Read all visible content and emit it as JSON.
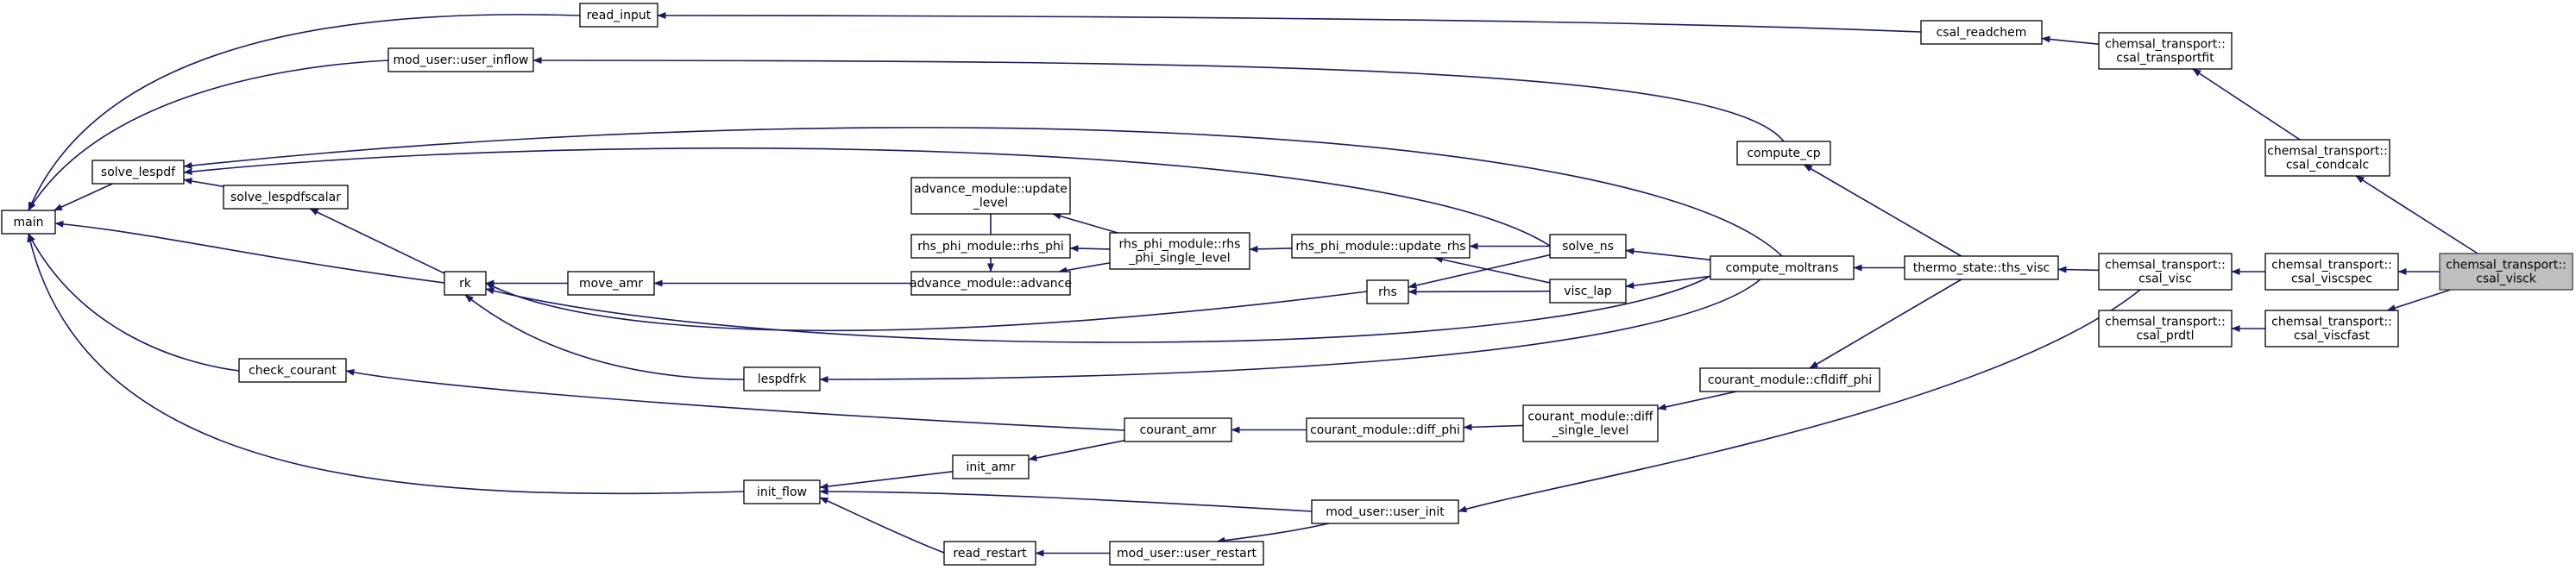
{
  "graph": {
    "colors": {
      "edge": "#191970",
      "node_border": "#000000",
      "node_fill": "#ffffff",
      "highlight_fill": "#bfbfbf"
    },
    "nodes": [
      {
        "id": "main",
        "lines": [
          "main"
        ]
      },
      {
        "id": "read_input",
        "lines": [
          "read_input"
        ]
      },
      {
        "id": "mod_user_user_inflow",
        "lines": [
          "mod_user::user_inflow"
        ]
      },
      {
        "id": "solve_lespdf",
        "lines": [
          "solve_lespdf"
        ]
      },
      {
        "id": "solve_lespdfscalar",
        "lines": [
          "solve_lespdfscalar"
        ]
      },
      {
        "id": "rk",
        "lines": [
          "rk"
        ]
      },
      {
        "id": "move_amr",
        "lines": [
          "move_amr"
        ]
      },
      {
        "id": "check_courant",
        "lines": [
          "check_courant"
        ]
      },
      {
        "id": "init_flow",
        "lines": [
          "init_flow"
        ]
      },
      {
        "id": "advance_module_update_level",
        "lines": [
          "advance_module::update",
          "_level"
        ]
      },
      {
        "id": "rhs_phi_module_rhs_phi",
        "lines": [
          "rhs_phi_module::rhs_phi"
        ]
      },
      {
        "id": "advance_module_advance",
        "lines": [
          "advance_module::advance"
        ]
      },
      {
        "id": "rhs_phi_module_rhs_phi_single_level",
        "lines": [
          "rhs_phi_module::rhs",
          "_phi_single_level"
        ]
      },
      {
        "id": "rhs_phi_module_update_rhs",
        "lines": [
          "rhs_phi_module::update_rhs"
        ]
      },
      {
        "id": "rhs",
        "lines": [
          "rhs"
        ]
      },
      {
        "id": "lespdfrk",
        "lines": [
          "lespdfrk"
        ]
      },
      {
        "id": "courant_amr",
        "lines": [
          "courant_amr"
        ]
      },
      {
        "id": "init_amr",
        "lines": [
          "init_amr"
        ]
      },
      {
        "id": "read_restart",
        "lines": [
          "read_restart"
        ]
      },
      {
        "id": "mod_user_user_restart",
        "lines": [
          "mod_user::user_restart"
        ]
      },
      {
        "id": "mod_user_user_init",
        "lines": [
          "mod_user::user_init"
        ]
      },
      {
        "id": "courant_module_diff_phi",
        "lines": [
          "courant_module::diff_phi"
        ]
      },
      {
        "id": "courant_module_diff_single_level",
        "lines": [
          "courant_module::diff",
          "_single_level"
        ]
      },
      {
        "id": "courant_module_cfldiff_phi",
        "lines": [
          "courant_module::cfldiff_phi"
        ]
      },
      {
        "id": "solve_ns",
        "lines": [
          "solve_ns"
        ]
      },
      {
        "id": "visc_lap",
        "lines": [
          "visc_lap"
        ]
      },
      {
        "id": "compute_cp",
        "lines": [
          "compute_cp"
        ]
      },
      {
        "id": "compute_moltrans",
        "lines": [
          "compute_moltrans"
        ]
      },
      {
        "id": "thermo_state_ths_visc",
        "lines": [
          "thermo_state::ths_visc"
        ]
      },
      {
        "id": "csal_readchem",
        "lines": [
          "csal_readchem"
        ]
      },
      {
        "id": "chemsal_transport_csal_transportfit",
        "lines": [
          "chemsal_transport::",
          "csal_transportfit"
        ]
      },
      {
        "id": "chemsal_transport_csal_condcalc",
        "lines": [
          "chemsal_transport::",
          "csal_condcalc"
        ]
      },
      {
        "id": "chemsal_transport_csal_visc",
        "lines": [
          "chemsal_transport::",
          "csal_visc"
        ]
      },
      {
        "id": "chemsal_transport_csal_prdtl",
        "lines": [
          "chemsal_transport::",
          "csal_prdtl"
        ]
      },
      {
        "id": "chemsal_transport_csal_viscspec",
        "lines": [
          "chemsal_transport::",
          "csal_viscspec"
        ]
      },
      {
        "id": "chemsal_transport_csal_viscfast",
        "lines": [
          "chemsal_transport::",
          "csal_viscfast"
        ]
      },
      {
        "id": "chemsal_transport_csal_visck",
        "lines": [
          "chemsal_transport::",
          "csal_visck"
        ],
        "highlight": true
      }
    ],
    "edges": [
      [
        "read_input",
        "main"
      ],
      [
        "mod_user_user_inflow",
        "main"
      ],
      [
        "solve_lespdf",
        "main"
      ],
      [
        "solve_lespdfscalar",
        "solve_lespdf"
      ],
      [
        "rk",
        "main"
      ],
      [
        "rk",
        "solve_lespdfscalar"
      ],
      [
        "move_amr",
        "rk"
      ],
      [
        "check_courant",
        "main"
      ],
      [
        "init_flow",
        "main"
      ],
      [
        "advance_module_advance",
        "move_amr"
      ],
      [
        "advance_module_update_level",
        "advance_module_advance"
      ],
      [
        "rhs_phi_module_rhs_phi_single_level",
        "advance_module_update_level"
      ],
      [
        "rhs_phi_module_rhs_phi_single_level",
        "rhs_phi_module_rhs_phi"
      ],
      [
        "rhs_phi_module_rhs_phi_single_level",
        "advance_module_advance"
      ],
      [
        "rhs_phi_module_update_rhs",
        "rhs_phi_module_rhs_phi_single_level"
      ],
      [
        "rhs",
        "rk"
      ],
      [
        "lespdfrk",
        "rk"
      ],
      [
        "courant_amr",
        "check_courant"
      ],
      [
        "courant_amr",
        "init_amr"
      ],
      [
        "init_amr",
        "init_flow"
      ],
      [
        "read_restart",
        "init_flow"
      ],
      [
        "mod_user_user_restart",
        "read_restart"
      ],
      [
        "mod_user_user_init",
        "init_flow"
      ],
      [
        "mod_user_user_init",
        "mod_user_user_restart"
      ],
      [
        "courant_module_diff_phi",
        "courant_amr"
      ],
      [
        "courant_module_diff_single_level",
        "courant_module_diff_phi"
      ],
      [
        "courant_module_cfldiff_phi",
        "courant_module_diff_single_level"
      ],
      [
        "solve_ns",
        "solve_lespdf"
      ],
      [
        "solve_ns",
        "rhs_phi_module_update_rhs"
      ],
      [
        "solve_ns",
        "rhs"
      ],
      [
        "visc_lap",
        "rhs_phi_module_update_rhs"
      ],
      [
        "visc_lap",
        "rhs"
      ],
      [
        "compute_cp",
        "mod_user_user_inflow"
      ],
      [
        "compute_moltrans",
        "solve_lespdf"
      ],
      [
        "compute_moltrans",
        "solve_ns"
      ],
      [
        "compute_moltrans",
        "visc_lap"
      ],
      [
        "compute_moltrans",
        "rk"
      ],
      [
        "compute_moltrans",
        "lespdfrk"
      ],
      [
        "thermo_state_ths_visc",
        "compute_cp"
      ],
      [
        "thermo_state_ths_visc",
        "compute_moltrans"
      ],
      [
        "thermo_state_ths_visc",
        "courant_module_cfldiff_phi"
      ],
      [
        "csal_readchem",
        "read_input"
      ],
      [
        "chemsal_transport_csal_transportfit",
        "csal_readchem"
      ],
      [
        "chemsal_transport_csal_condcalc",
        "chemsal_transport_csal_transportfit"
      ],
      [
        "chemsal_transport_csal_visc",
        "thermo_state_ths_visc"
      ],
      [
        "chemsal_transport_csal_visc",
        "mod_user_user_init"
      ],
      [
        "chemsal_transport_csal_viscspec",
        "chemsal_transport_csal_visc"
      ],
      [
        "chemsal_transport_csal_viscfast",
        "chemsal_transport_csal_prdtl"
      ],
      [
        "chemsal_transport_csal_visck",
        "chemsal_transport_csal_condcalc"
      ],
      [
        "chemsal_transport_csal_visck",
        "chemsal_transport_csal_viscspec"
      ],
      [
        "chemsal_transport_csal_visck",
        "chemsal_transport_csal_viscfast"
      ]
    ]
  }
}
